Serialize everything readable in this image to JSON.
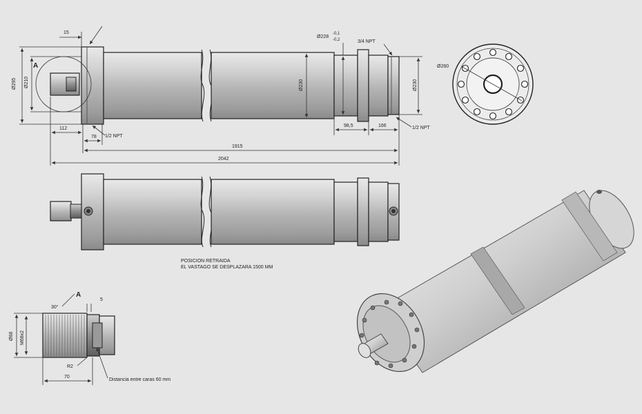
{
  "top_view": {
    "dim_15": "15",
    "dim_d295": "Ø295",
    "dim_d210": "Ø210",
    "label_a": "A",
    "dim_112": "112",
    "dim_78": "78",
    "npt_half_left": "1/2 NPT",
    "dim_d230_mid": "Ø230",
    "dim_d228": "Ø228",
    "tol_upper": "-0,1",
    "tol_lower": "-0,2",
    "npt_3_4": "3/4 NPT",
    "dim_d230_right": "Ø230",
    "dim_98_5": "98,5",
    "dim_166": "166",
    "npt_half_right": "1/2 NPT",
    "dim_1915": "1915",
    "dim_2042": "2042"
  },
  "end_view": {
    "dim_d260": "Ø260"
  },
  "notes": {
    "line1": "POSICION RETRAIDA",
    "line2": "EL VASTAGO SE DESPLAZARA 1500 MM"
  },
  "detail_a": {
    "label_a": "A",
    "angle_30": "30°",
    "dim_5": "5",
    "dim_d68": "Ø68",
    "thread_m68": "M68x2",
    "radius_r2": "R2",
    "dim_70": "70",
    "across_flats": "Distancia entre caras 60 mm"
  }
}
